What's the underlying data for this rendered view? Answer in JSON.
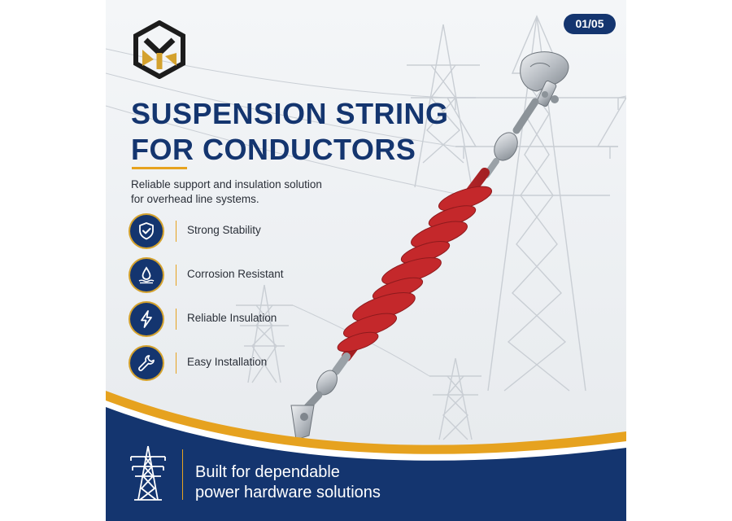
{
  "badge": {
    "page": "01/05"
  },
  "hero": {
    "title_line1": "SUSPENSION STRING",
    "title_line2": "FOR CONDUCTORS",
    "subtitle_line1": "Reliable support and insulation solution",
    "subtitle_line2": "for overhead line systems."
  },
  "features": [
    {
      "icon": "shield-check-icon",
      "label": "Strong Stability"
    },
    {
      "icon": "water-drop-icon",
      "label": "Corrosion Resistant"
    },
    {
      "icon": "lightning-bolt-icon",
      "label": "Reliable Insulation"
    },
    {
      "icon": "wrench-icon",
      "label": "Easy Installation"
    }
  ],
  "footer": {
    "icon": "transmission-tower-icon",
    "line1": "Built for dependable",
    "line2": "power hardware solutions"
  },
  "colors": {
    "navy": "#14356f",
    "gold": "#e6a21f",
    "insulator_red": "#c4282b",
    "background": "#f1f3f5"
  }
}
